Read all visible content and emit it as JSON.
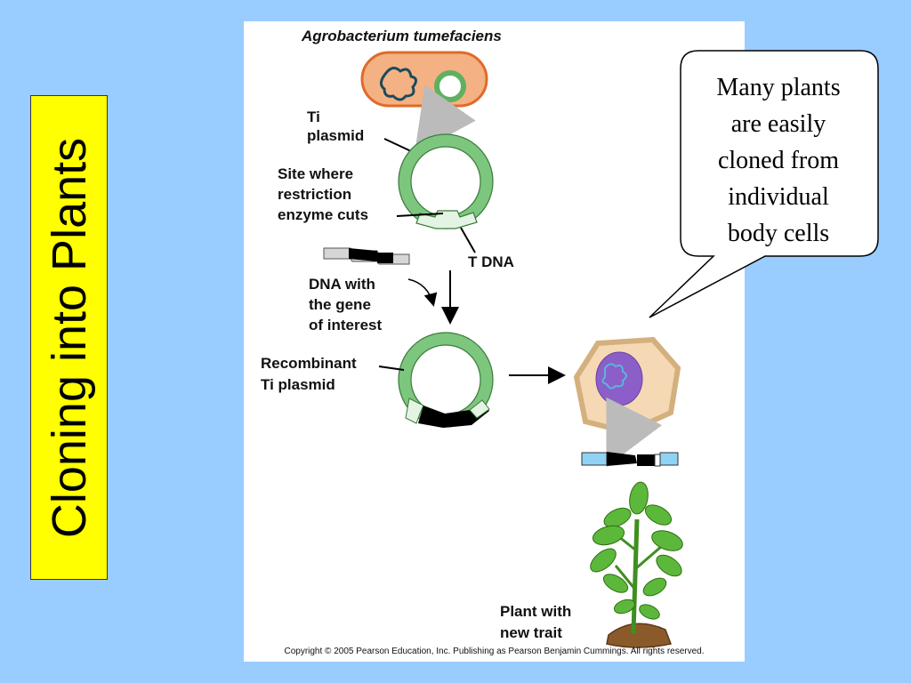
{
  "title": "Cloning into Plants",
  "callout": {
    "lines": [
      "Many plants",
      "are easily",
      "cloned from",
      "individual",
      "body cells"
    ]
  },
  "figure": {
    "organism_label": "Agrobacterium tumefaciens",
    "ti_plasmid_label": [
      "Ti",
      "plasmid"
    ],
    "restriction_site_label": [
      "Site where",
      "restriction",
      "enzyme cuts"
    ],
    "t_dna_label": "T DNA",
    "gene_label": [
      "DNA with",
      "the gene",
      "of interest"
    ],
    "recombinant_label": [
      "Recombinant",
      "Ti plasmid"
    ],
    "plant_label": [
      "Plant with",
      "new trait"
    ],
    "copyright": "Copyright © 2005 Pearson Education, Inc. Publishing as Pearson Benjamin Cummings. All rights reserved."
  },
  "colors": {
    "background": "#99ccff",
    "title_box": "#ffff00",
    "plasmid": "#7dc67d",
    "bacterium": "#f4b183",
    "cell_nucleus": "#8b5fc7",
    "leaf": "#4caf2a"
  }
}
